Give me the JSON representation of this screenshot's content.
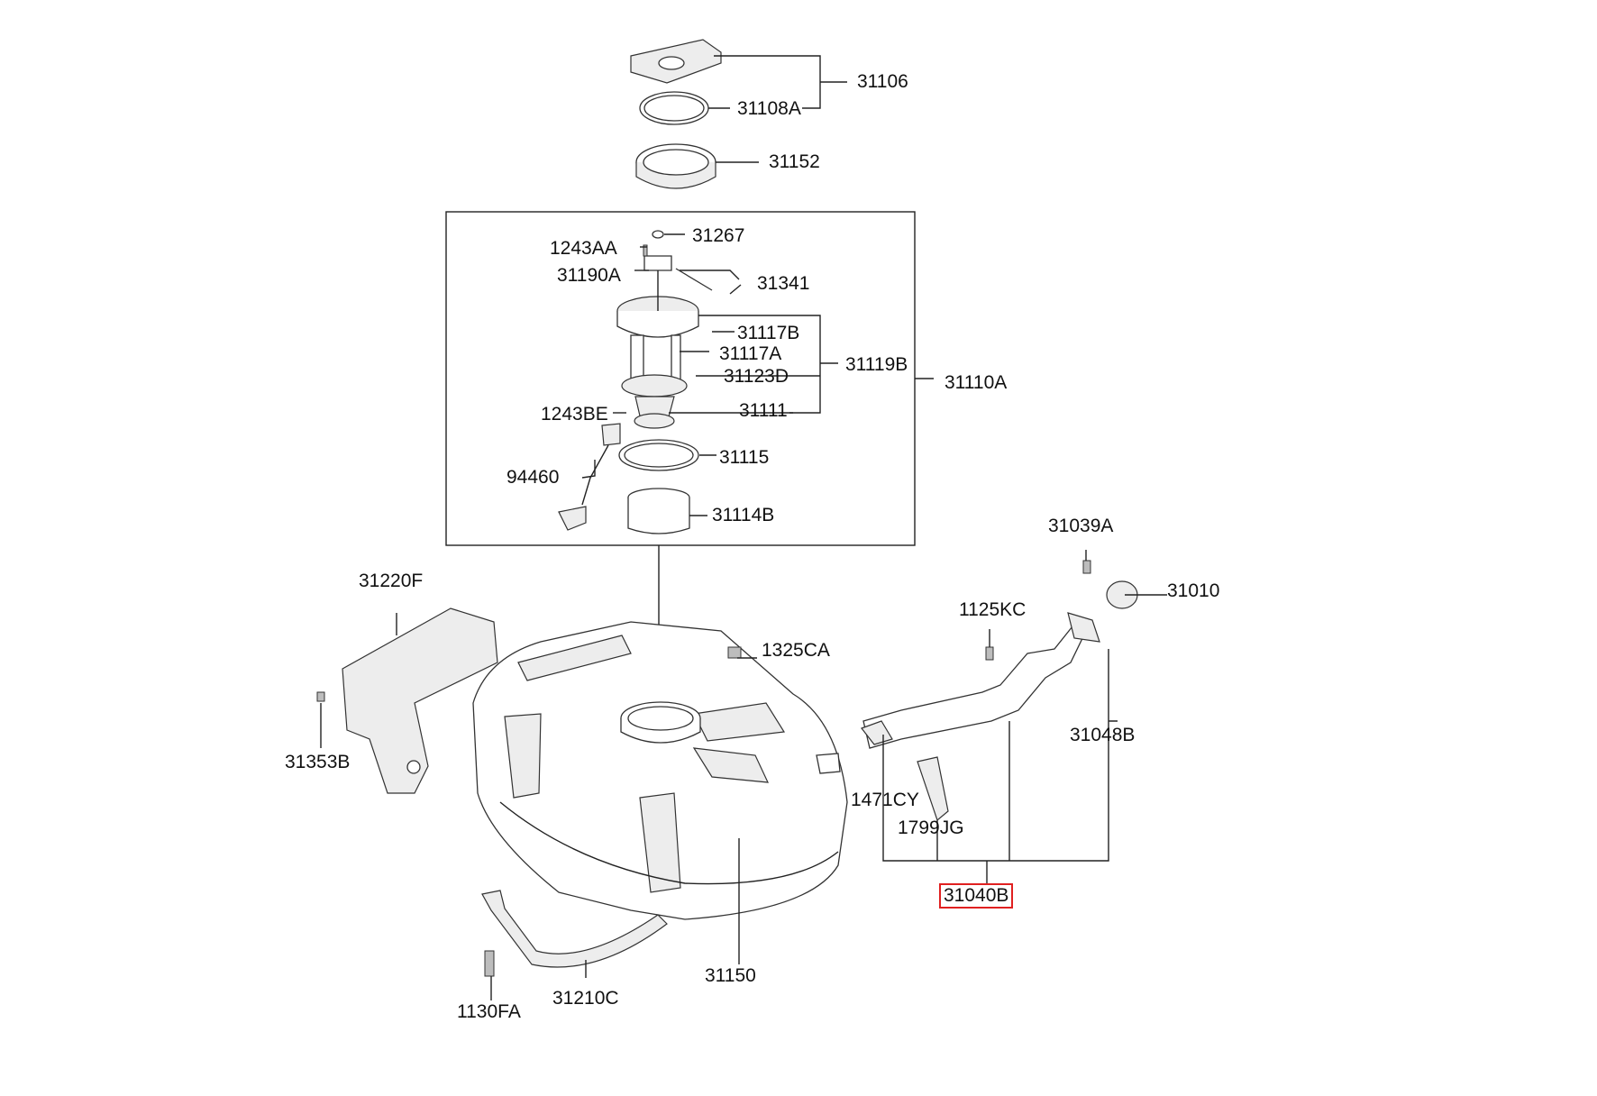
{
  "diagram": {
    "parts": [
      {
        "key": "p31106",
        "number": "31106"
      },
      {
        "key": "p31108A",
        "number": "31108A"
      },
      {
        "key": "p31152",
        "number": "31152"
      },
      {
        "key": "p31267",
        "number": "31267"
      },
      {
        "key": "p1243AA",
        "number": "1243AA"
      },
      {
        "key": "p31190A",
        "number": "31190A"
      },
      {
        "key": "p31341",
        "number": "31341"
      },
      {
        "key": "p31117B",
        "number": "31117B"
      },
      {
        "key": "p31117A",
        "number": "31117A"
      },
      {
        "key": "p31119B",
        "number": "31119B"
      },
      {
        "key": "p31123D",
        "number": "31123D"
      },
      {
        "key": "p31110A",
        "number": "31110A"
      },
      {
        "key": "p1243BE",
        "number": "1243BE"
      },
      {
        "key": "p31111",
        "number": "31111"
      },
      {
        "key": "p31115",
        "number": "31115"
      },
      {
        "key": "p94460",
        "number": "94460"
      },
      {
        "key": "p31114B",
        "number": "31114B"
      },
      {
        "key": "p31039A",
        "number": "31039A"
      },
      {
        "key": "p31220F",
        "number": "31220F"
      },
      {
        "key": "p31010",
        "number": "31010"
      },
      {
        "key": "p1125KC",
        "number": "1125KC"
      },
      {
        "key": "p1325CA",
        "number": "1325CA"
      },
      {
        "key": "p31353B",
        "number": "31353B"
      },
      {
        "key": "p31048B",
        "number": "31048B"
      },
      {
        "key": "p1471CY",
        "number": "1471CY"
      },
      {
        "key": "p1799JG",
        "number": "1799JG"
      },
      {
        "key": "p31040B",
        "number": "31040B",
        "highlighted": true
      },
      {
        "key": "p31150",
        "number": "31150"
      },
      {
        "key": "p1130FA",
        "number": "1130FA"
      },
      {
        "key": "p31210C",
        "number": "31210C"
      }
    ],
    "colors": {
      "line": "#222222",
      "text": "#111111",
      "highlight_border": "#e02020",
      "background": "#ffffff"
    }
  }
}
